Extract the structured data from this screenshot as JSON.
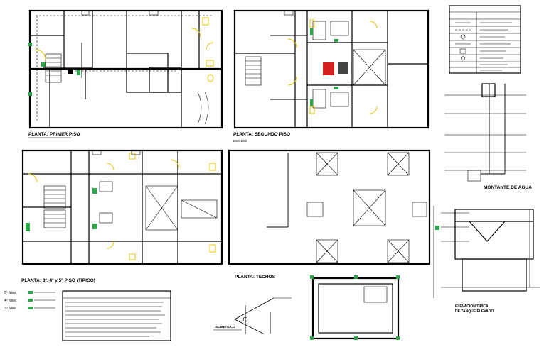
{
  "drawing": {
    "plan_primer_piso": "PLANTA: PRIMER PISO",
    "plan_segundo_piso": "PLANTA: SEGUNDO PISO",
    "plan_segundo_piso_scale": "ESC 1/50",
    "plan_tipico": "PLANTA: 3º, 4º y 5º PISO (TIPICO)",
    "plan_techos": "PLANTA: TECHOS",
    "montante": "MONTANTE DE AGUA",
    "elevacion_line1": "ELEVACION TIPICA",
    "elevacion_line2": "DE TANQUE ELEVADO",
    "isometrico": "ISOMETRICO",
    "niveles": [
      "5º Nivel",
      "4º Nivel",
      "3º Nivel"
    ]
  },
  "colors": {
    "wall": "#000000",
    "fixture_yellow": "#e0c400",
    "pipe_green": "#2aa84a",
    "valve_red": "#d41f1f",
    "background": "#ffffff"
  }
}
